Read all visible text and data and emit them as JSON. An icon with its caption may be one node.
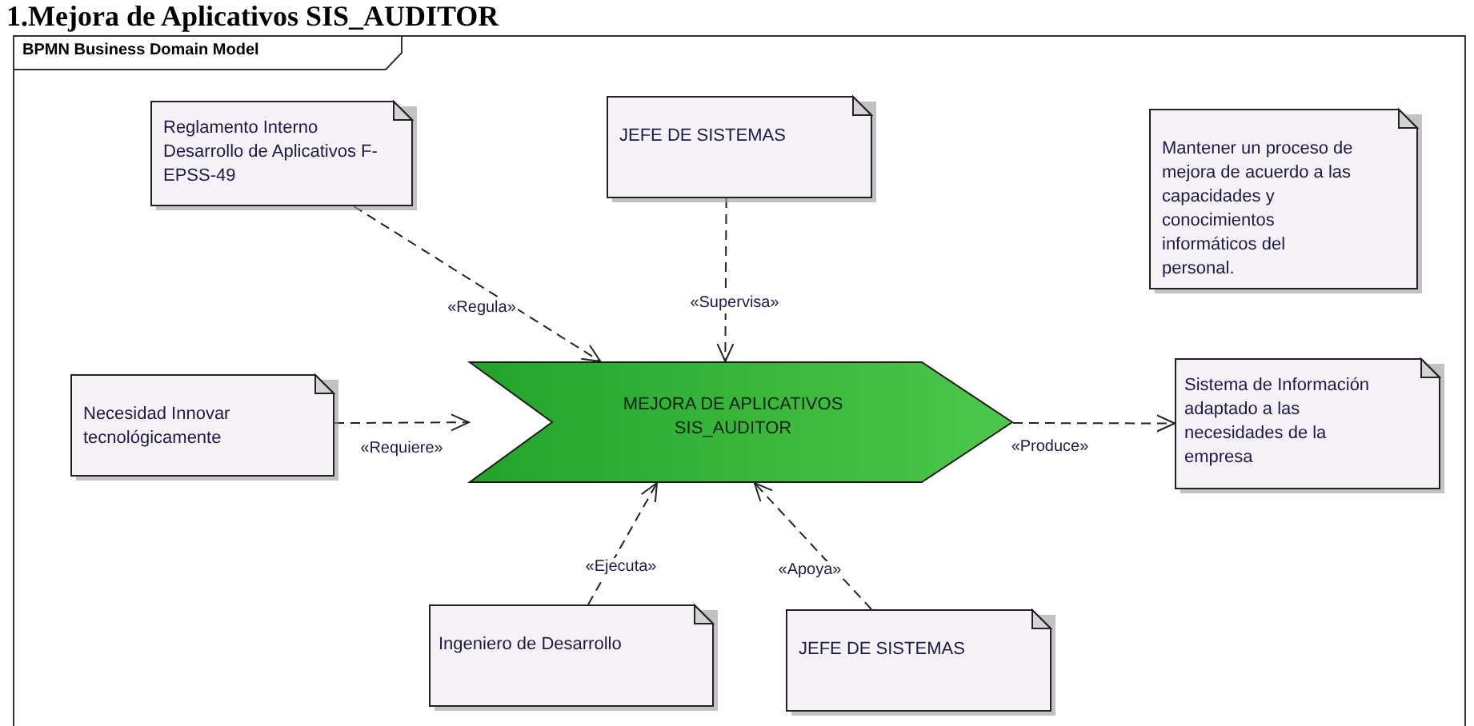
{
  "diagram": {
    "title": "1.Mejora de Aplicativos SIS_AUDITOR",
    "nodes": [
      {
        "text": [
          "BPMN Business Domain Model"
        ]
      },
      {
        "text": [
          "Reglamento Interno Desarrollo de Aplicativos F-EPSS-49"
        ],
        "in": 0
      },
      {
        "text": [
          "JEFE DE SISTEMAS"
        ],
        "in": 0
      },
      {
        "text": [
          "Mantener un proceso de mejora de acuerdo a las capacidades y conocimientos informáticos del personal."
        ],
        "in": 0
      },
      {
        "text": [
          "Necesidad Innovar tecnológicamente"
        ],
        "in": 0
      },
      {
        "text": [
          "MEJORA DE APLICATIVOS SIS_AUDITOR"
        ],
        "in": 0
      },
      {
        "text": [
          "Sistema de Información adaptado a las necesidades de la empresa"
        ],
        "in": 0
      },
      {
        "text": [
          "Ingeniero de Desarrollo"
        ],
        "in": 0
      },
      {
        "text": [
          "JEFE DE SISTEMAS"
        ],
        "in": 0
      }
    ],
    "edges": [
      {
        "from": 1,
        "to": 5,
        "arrow": "to",
        "label": "«Regula»",
        "style": "dashed"
      },
      {
        "from": 2,
        "to": 5,
        "arrow": "to",
        "label": "«Supervisa»",
        "style": "dashed"
      },
      {
        "from": 4,
        "to": 5,
        "arrow": "to",
        "label": "«Requiere»",
        "style": "dashed"
      },
      {
        "from": 5,
        "to": 6,
        "arrow": "to",
        "label": "«Produce»",
        "style": "dashed"
      },
      {
        "from": 7,
        "to": 5,
        "arrow": "to",
        "label": "«Ejecuta»",
        "style": "dashed"
      },
      {
        "from": 8,
        "to": 5,
        "arrow": "to",
        "label": "«Apoya»",
        "style": "dashed"
      }
    ]
  }
}
